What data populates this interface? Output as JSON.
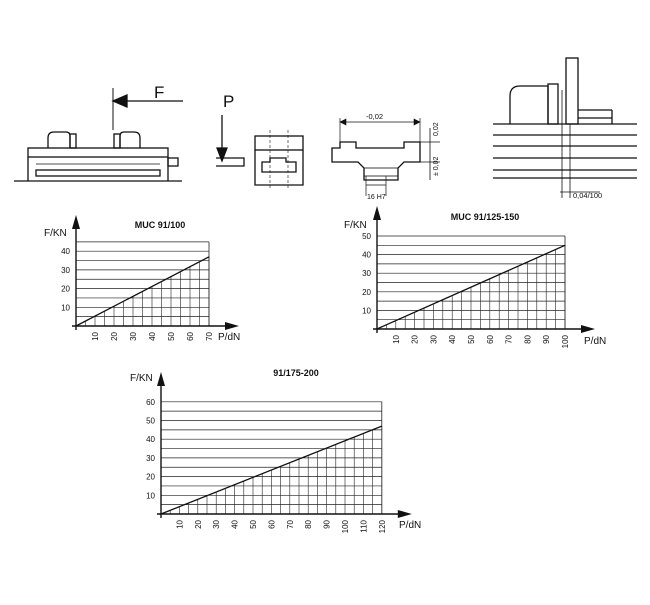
{
  "drawings": {
    "labels": {
      "force": "F",
      "pressure": "P"
    },
    "dimensions": {
      "width_tol": "-0,02",
      "height_tol_top": "0,02",
      "height_tol_side": "± 0,02",
      "slot_fit": "16 H7",
      "parallelism": "0,04/100"
    }
  },
  "chart_data": [
    {
      "type": "line",
      "title": "MUC 91/100",
      "xlabel": "P/dN",
      "ylabel": "F/KN",
      "x": [
        0,
        70
      ],
      "y": [
        0,
        37
      ],
      "xticks": [
        10,
        20,
        30,
        40,
        50,
        60,
        70
      ],
      "yticks": [
        10,
        20,
        30,
        40
      ],
      "xlim": [
        0,
        70
      ],
      "ylim": [
        0,
        45
      ],
      "grid": true
    },
    {
      "type": "line",
      "title": "MUC 91/125-150",
      "xlabel": "P/dN",
      "ylabel": "F/KN",
      "x": [
        0,
        100
      ],
      "y": [
        0,
        45
      ],
      "xticks": [
        10,
        20,
        30,
        40,
        50,
        60,
        70,
        80,
        90,
        100
      ],
      "yticks": [
        10,
        20,
        30,
        40,
        50
      ],
      "xlim": [
        0,
        100
      ],
      "ylim": [
        0,
        50
      ],
      "grid": true
    },
    {
      "type": "line",
      "title": "91/175-200",
      "xlabel": "P/dN",
      "ylabel": "F/KN",
      "x": [
        0,
        120
      ],
      "y": [
        0,
        47
      ],
      "xticks": [
        10,
        20,
        30,
        40,
        50,
        60,
        70,
        80,
        90,
        100,
        110,
        120
      ],
      "yticks": [
        10,
        20,
        30,
        40,
        50,
        60
      ],
      "xlim": [
        0,
        120
      ],
      "ylim": [
        0,
        60
      ],
      "grid": true
    }
  ]
}
